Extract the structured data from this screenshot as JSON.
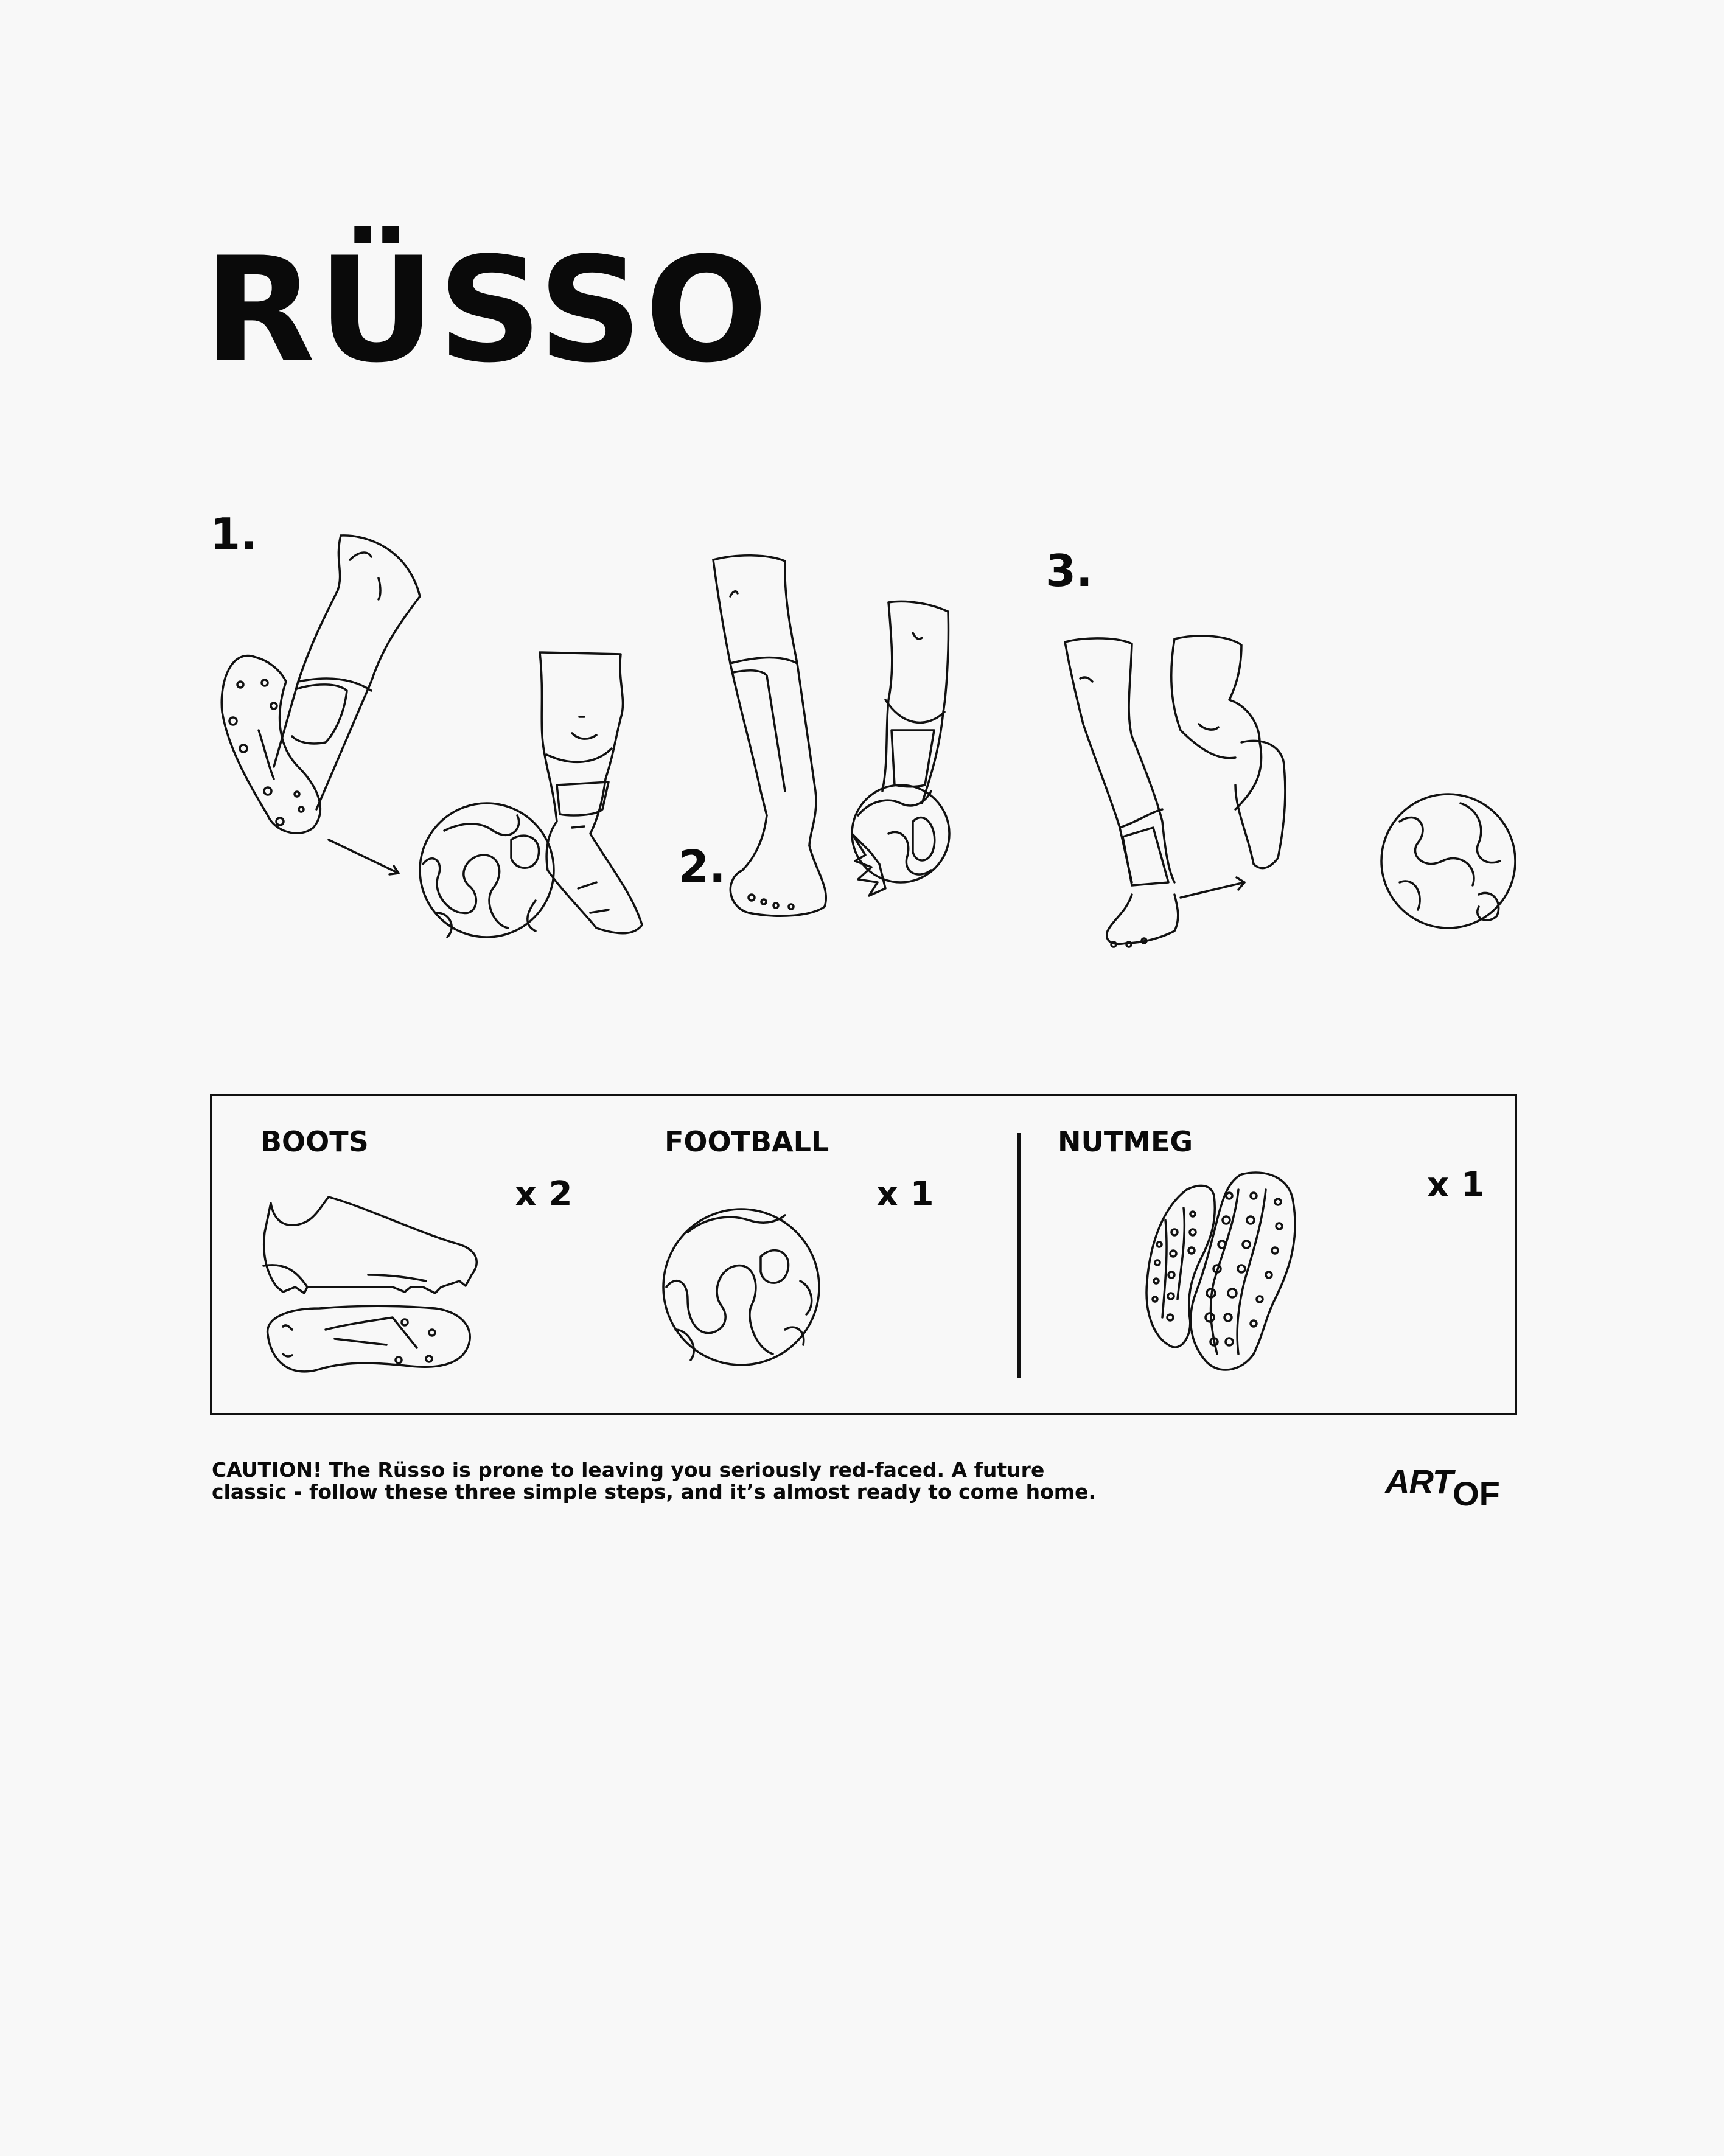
{
  "title": "RÜSSO",
  "steps": [
    {
      "number": "1.",
      "icon": "step-1-sole-flick-illustration"
    },
    {
      "number": "2.",
      "icon": "step-2-ball-between-legs-illustration"
    },
    {
      "number": "3.",
      "icon": "step-3-ball-exits-illustration"
    }
  ],
  "parts": [
    {
      "label": "BOOTS",
      "quantity": "x 2",
      "icon": "boots-icon"
    },
    {
      "label": "FOOTBALL",
      "quantity": "x 1",
      "icon": "football-icon"
    },
    {
      "label": "NUTMEG",
      "quantity": "x 1",
      "icon": "nutmeg-icon"
    }
  ],
  "caution": {
    "line1": "CAUTION! The Rüsso is prone to leaving you seriously red-faced. A future",
    "line2": "classic - follow these three simple steps, and it’s almost ready to come home."
  },
  "logo": {
    "part1": "ART",
    "part2": "OF"
  },
  "colors": {
    "background": "#f8f8f8",
    "ink": "#111111"
  }
}
